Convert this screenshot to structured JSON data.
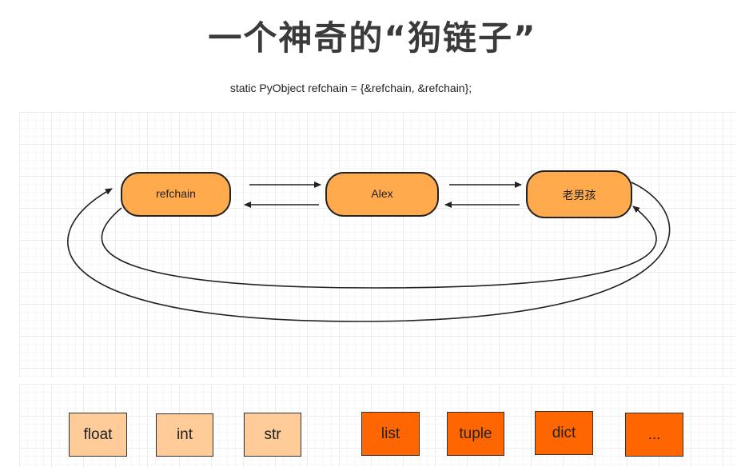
{
  "header": {
    "title": "一个神奇的“狗链子”",
    "code": "static PyObject refchain = {&refchain, &refchain};"
  },
  "nodes": [
    {
      "id": "refchain",
      "label": "refchain"
    },
    {
      "id": "alex",
      "label": "Alex"
    },
    {
      "id": "laonanhai",
      "label": "老男孩"
    }
  ],
  "types": {
    "float": "float",
    "int": "int",
    "str": "str",
    "list": "list",
    "tuple": "tuple",
    "dict": "dict",
    "more": "..."
  },
  "colors": {
    "node_fill": "#ffaa4d",
    "light_box": "#ffcc99",
    "dark_box": "#ff6600"
  }
}
